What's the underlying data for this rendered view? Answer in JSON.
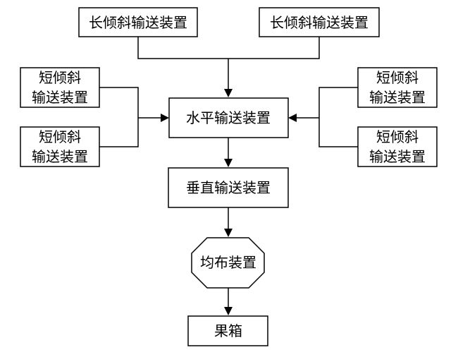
{
  "nodes": {
    "long_incline_left": "长倾斜输送装置",
    "long_incline_right": "长倾斜输送装置",
    "short_incline_left_top": [
      "短倾斜",
      "输送装置"
    ],
    "short_incline_left_bottom": [
      "短倾斜",
      "输送装置"
    ],
    "short_incline_right_top": [
      "短倾斜",
      "输送装置"
    ],
    "short_incline_right_bottom": [
      "短倾斜",
      "输送装置"
    ],
    "horizontal_conveyor": "水平输送装置",
    "vertical_conveyor": "垂直输送装置",
    "distributor": "均布装置",
    "fruit_box": "果箱"
  }
}
